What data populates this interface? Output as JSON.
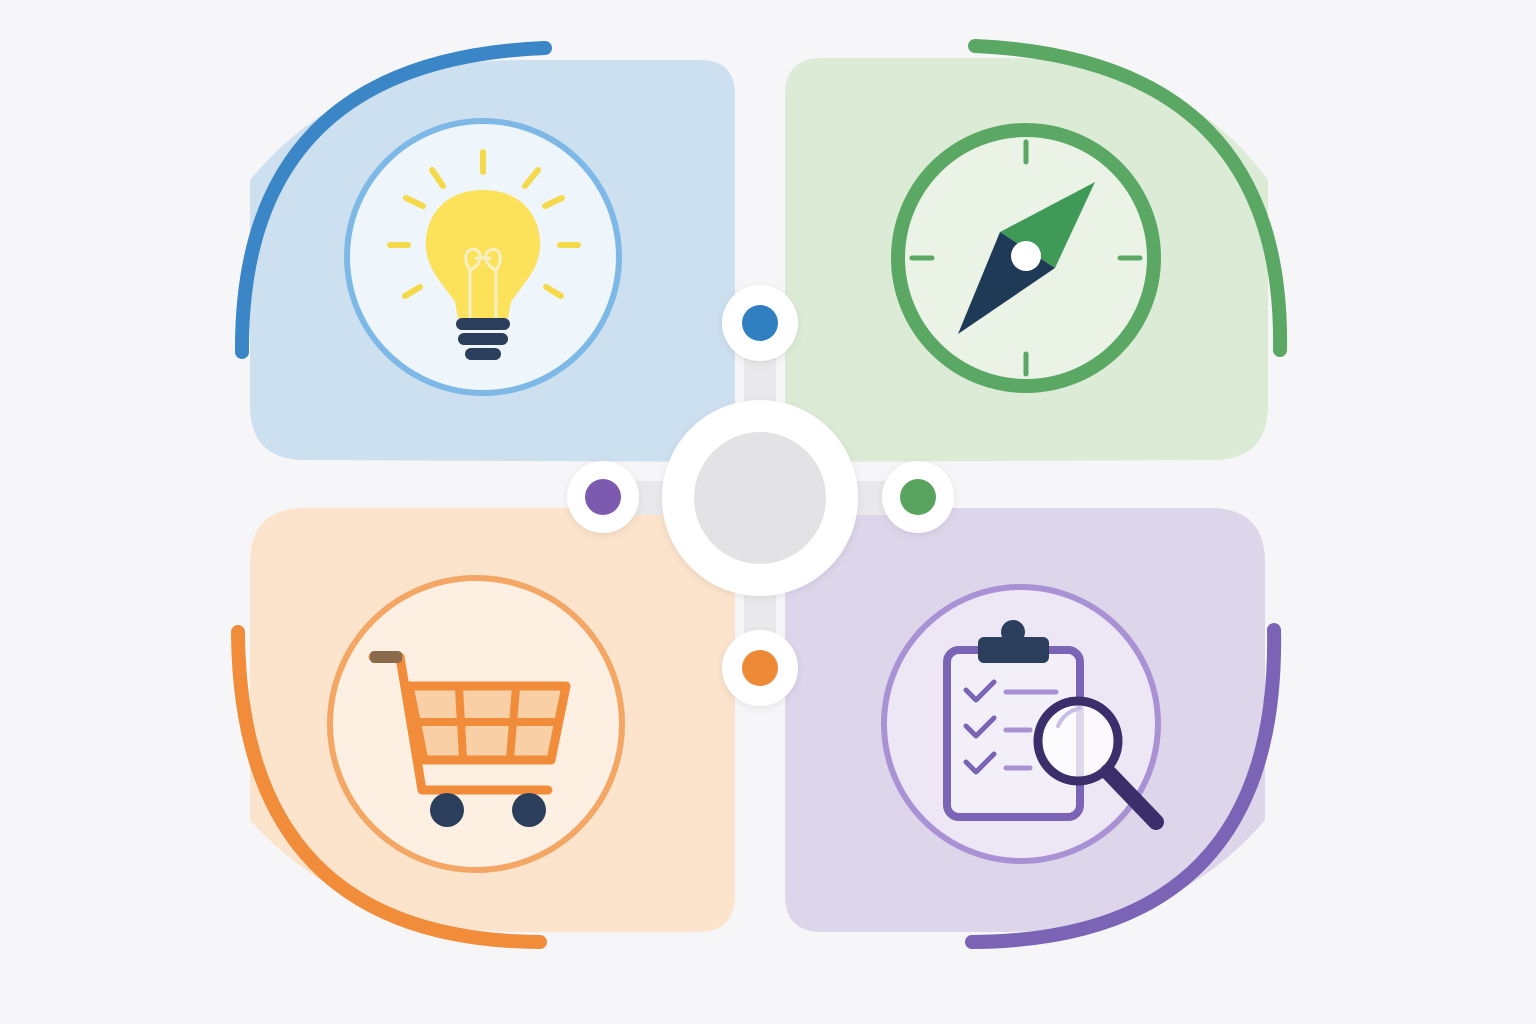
{
  "diagram": {
    "center_hub": {
      "icon": "hub-circle",
      "fill": "#e3e3e5"
    },
    "connector_color": "#e9e9ec",
    "quadrants": [
      {
        "id": "top-left",
        "icon": "lightbulb-icon",
        "accent": "#3a86c6",
        "panel": "#cde0f0",
        "icon_ring": "#7db8e6",
        "icon_bg": "#eef5fb",
        "connector_dot": "#2f7fc1"
      },
      {
        "id": "top-right",
        "icon": "compass-icon",
        "accent": "#5aa864",
        "panel": "#dcebd6",
        "icon_ring": "#5aa864",
        "icon_bg": "#eaf3e6",
        "connector_dot": "#58a45f"
      },
      {
        "id": "bottom-left",
        "icon": "shopping-cart-icon",
        "accent": "#f08c3a",
        "panel": "#fbe3cc",
        "icon_ring": "#f4a664",
        "icon_bg": "#fdf0e3",
        "connector_dot": "#7c5ab0"
      },
      {
        "id": "bottom-right",
        "icon": "clipboard-magnifier-icon",
        "accent": "#7b64b6",
        "panel": "#ddd5ea",
        "icon_ring": "#a892d4",
        "icon_bg": "#ede7f5",
        "connector_dot": "#ee8a35"
      }
    ]
  }
}
